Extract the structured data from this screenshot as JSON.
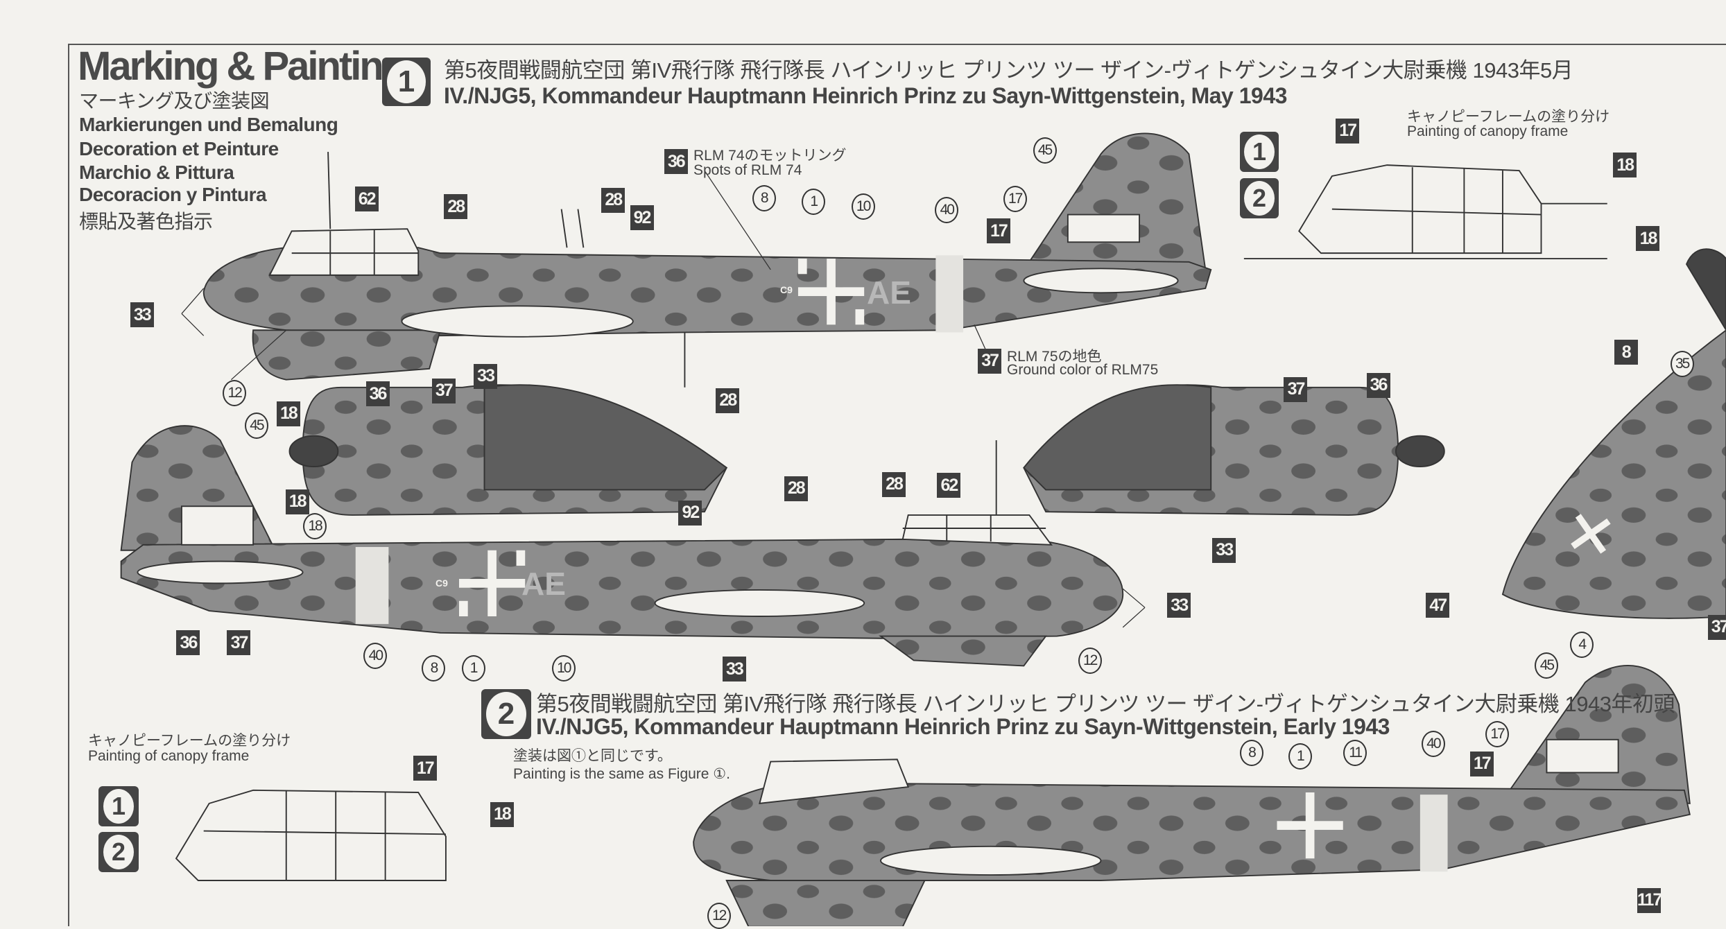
{
  "header": {
    "title": "Marking & Painting",
    "subtitles": [
      "マーキング及び塗装図",
      "Markierungen und Bemalung",
      "Decoration et Peinture",
      "Marchio & Pittura",
      "Decoracion y Pintura",
      "標貼及著色指示"
    ]
  },
  "scheme1": {
    "number": "1",
    "title_jp": "第5夜間戦闘航空団 第IV飛行隊 飛行隊長 ハインリッヒ プリンツ ツー ザイン-ヴィトゲンシュタイン大尉乗機 1943年5月",
    "title_en": "IV./NJG5, Kommandeur Hauptmann Heinrich Prinz zu Sayn-Wittgenstein, May 1943",
    "spots_jp": "RLM 74のモットリング",
    "spots_en": "Spots of RLM 74",
    "ground_jp": "RLM 75の地色",
    "ground_en": "Ground color of RLM75"
  },
  "scheme2": {
    "number": "2",
    "title_jp": "第5夜間戦闘航空団 第IV飛行隊 飛行隊長 ハインリッヒ プリンツ ツー ザイン-ヴィトゲンシュタイン大尉乗機 1943年初頭",
    "title_en": "IV./NJG5, Kommandeur Hauptmann Heinrich Prinz zu Sayn-Wittgenstein, Early 1943",
    "note_jp": "塗装は図①と同じです。",
    "note_en": "Painting is the same as Figure ①."
  },
  "canopy": {
    "label_jp": "キャノピーフレームの塗り分け",
    "label_en": "Painting of canopy frame",
    "badges": [
      "1",
      "2"
    ]
  },
  "aircraft_marking": {
    "code": "C9",
    "letters": "AE"
  },
  "colors": {
    "paint_grey": "#8d8d8d",
    "spots": "#5e5e5e",
    "callout": "#3e3e3e"
  },
  "callouts": [
    {
      "text": "62",
      "kind": "sq"
    },
    {
      "text": "28",
      "kind": "sq"
    },
    {
      "text": "28",
      "kind": "sq"
    },
    {
      "text": "92",
      "kind": "sq"
    },
    {
      "text": "36",
      "kind": "sq"
    },
    {
      "text": "8",
      "kind": "circ"
    },
    {
      "text": "1",
      "kind": "circ"
    },
    {
      "text": "10",
      "kind": "circ"
    },
    {
      "text": "40",
      "kind": "circ"
    },
    {
      "text": "45",
      "kind": "circ"
    },
    {
      "text": "17",
      "kind": "circ"
    },
    {
      "text": "17",
      "kind": "sq"
    },
    {
      "text": "33",
      "kind": "sq"
    },
    {
      "text": "12",
      "kind": "circ"
    },
    {
      "text": "33",
      "kind": "sq"
    },
    {
      "text": "28",
      "kind": "sq"
    },
    {
      "text": "37",
      "kind": "sq"
    },
    {
      "text": "17",
      "kind": "sq"
    },
    {
      "text": "18",
      "kind": "sq"
    },
    {
      "text": "18",
      "kind": "sq"
    },
    {
      "text": "8",
      "kind": "sq"
    },
    {
      "text": "35",
      "kind": "circ"
    },
    {
      "text": "47",
      "kind": "sq"
    },
    {
      "text": "4",
      "kind": "circ"
    },
    {
      "text": "37",
      "kind": "sq"
    },
    {
      "text": "117",
      "kind": "sq"
    },
    {
      "text": "36",
      "kind": "sq"
    },
    {
      "text": "37",
      "kind": "sq"
    },
    {
      "text": "45",
      "kind": "circ"
    },
    {
      "text": "18",
      "kind": "sq"
    },
    {
      "text": "18",
      "kind": "sq"
    },
    {
      "text": "18",
      "kind": "circ"
    },
    {
      "text": "28",
      "kind": "sq"
    },
    {
      "text": "92",
      "kind": "sq"
    },
    {
      "text": "28",
      "kind": "sq"
    },
    {
      "text": "62",
      "kind": "sq"
    },
    {
      "text": "37",
      "kind": "sq"
    },
    {
      "text": "36",
      "kind": "sq"
    },
    {
      "text": "33",
      "kind": "sq"
    },
    {
      "text": "33",
      "kind": "sq"
    },
    {
      "text": "12",
      "kind": "circ"
    },
    {
      "text": "33",
      "kind": "sq"
    },
    {
      "text": "10",
      "kind": "circ"
    },
    {
      "text": "1",
      "kind": "circ"
    },
    {
      "text": "8",
      "kind": "circ"
    },
    {
      "text": "40",
      "kind": "circ"
    },
    {
      "text": "36",
      "kind": "sq"
    },
    {
      "text": "37",
      "kind": "sq"
    },
    {
      "text": "17",
      "kind": "sq"
    },
    {
      "text": "18",
      "kind": "sq"
    },
    {
      "text": "8",
      "kind": "circ"
    },
    {
      "text": "1",
      "kind": "circ"
    },
    {
      "text": "11",
      "kind": "circ"
    },
    {
      "text": "40",
      "kind": "circ"
    },
    {
      "text": "45",
      "kind": "circ"
    },
    {
      "text": "17",
      "kind": "circ"
    },
    {
      "text": "17",
      "kind": "sq"
    },
    {
      "text": "12",
      "kind": "circ"
    }
  ]
}
